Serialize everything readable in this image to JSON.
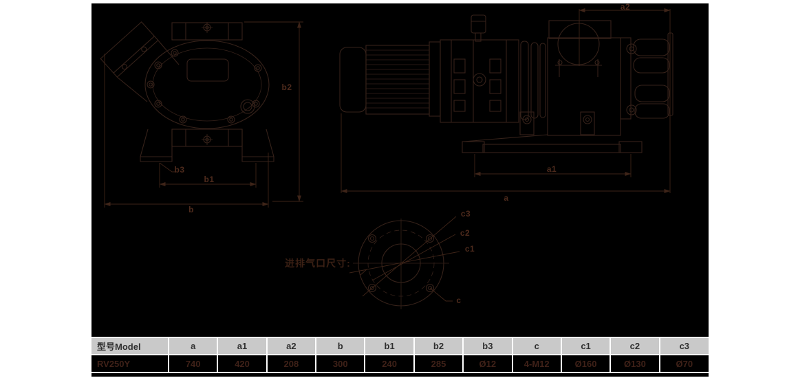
{
  "colors": {
    "page_bg": "#ffffff",
    "canvas_bg": "#000000",
    "drawing_line": "#36221a",
    "dim_label_text": "#4d2a1c",
    "caption_text": "#3b2014",
    "table_header_bg": "#c9c9c9",
    "table_header_text": "#2f2f2f",
    "table_value_text": "#3f2118",
    "table_grid": "#ffffff"
  },
  "drawing": {
    "front_view": {
      "labels": {
        "b2": "b2",
        "b3": "b3",
        "b1": "b1",
        "b": "b"
      }
    },
    "side_view": {
      "labels": {
        "a2": "a2",
        "a1": "a1",
        "a": "a"
      }
    },
    "flange_view": {
      "caption": "进排气口尺寸:",
      "labels": {
        "c3": "c3",
        "c2": "c2",
        "c1": "c1",
        "c": "c"
      }
    }
  },
  "table": {
    "headers": [
      "型号Model",
      "a",
      "a1",
      "a2",
      "b",
      "b1",
      "b2",
      "b3",
      "c",
      "c1",
      "c2",
      "c3"
    ],
    "rows": [
      [
        "RV250Y",
        "740",
        "420",
        "208",
        "300",
        "240",
        "285",
        "Ø12",
        "4-M12",
        "Ø160",
        "Ø130",
        "Ø70"
      ]
    ]
  }
}
